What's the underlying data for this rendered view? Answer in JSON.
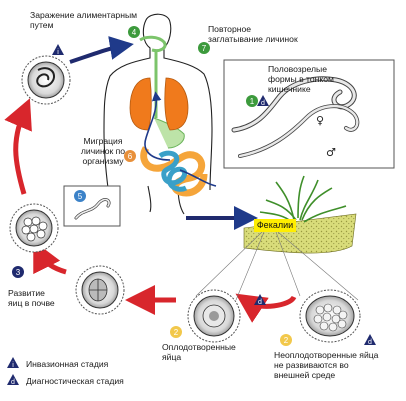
{
  "labels": {
    "infection_route": "Заражение алиментарным\nпутем",
    "reswallow": "Повторное\nзаглатывание личинок",
    "adults": "Половозрелые\nформы в тонком\nкишечнике",
    "migration": "Миграция\nличинок по\nорганизму",
    "feces": "Фекалии",
    "soil_development": "Развитие\nяиц в почве",
    "fertilized_eggs": "Оплодотворенные\nяйца",
    "unfertilized_eggs": "Неоплодотворенные яйца\nне развиваются во\nвнешней среде"
  },
  "steps": {
    "s1": "1",
    "s2": "2",
    "s2b": "2",
    "s3": "3",
    "s4": "4",
    "s5": "5",
    "s6": "6",
    "s7": "7"
  },
  "stage_marks": {
    "i": "i",
    "d": "d"
  },
  "sex_symbols": {
    "female": "♀",
    "male": "♂"
  },
  "legend": {
    "infective": "Инвазионная стадия",
    "diagnostic": "Диагностическая стадия"
  },
  "colors": {
    "cycle_arrow": "#d8262c",
    "blue_arrow": "#1f3a8a",
    "step_green": "#3c9a3c",
    "step_orange": "#e8903a",
    "step_yellow": "#f2c84b",
    "step_blue": "#3b82c8",
    "step_navy": "#1f2a6e",
    "lung_orange": "#f07a1c",
    "intestine_blue": "#3aa0c8",
    "colon_orange": "#f5a53a",
    "tract_green": "#7cc46b",
    "feces_yellow": "#ffee00"
  }
}
